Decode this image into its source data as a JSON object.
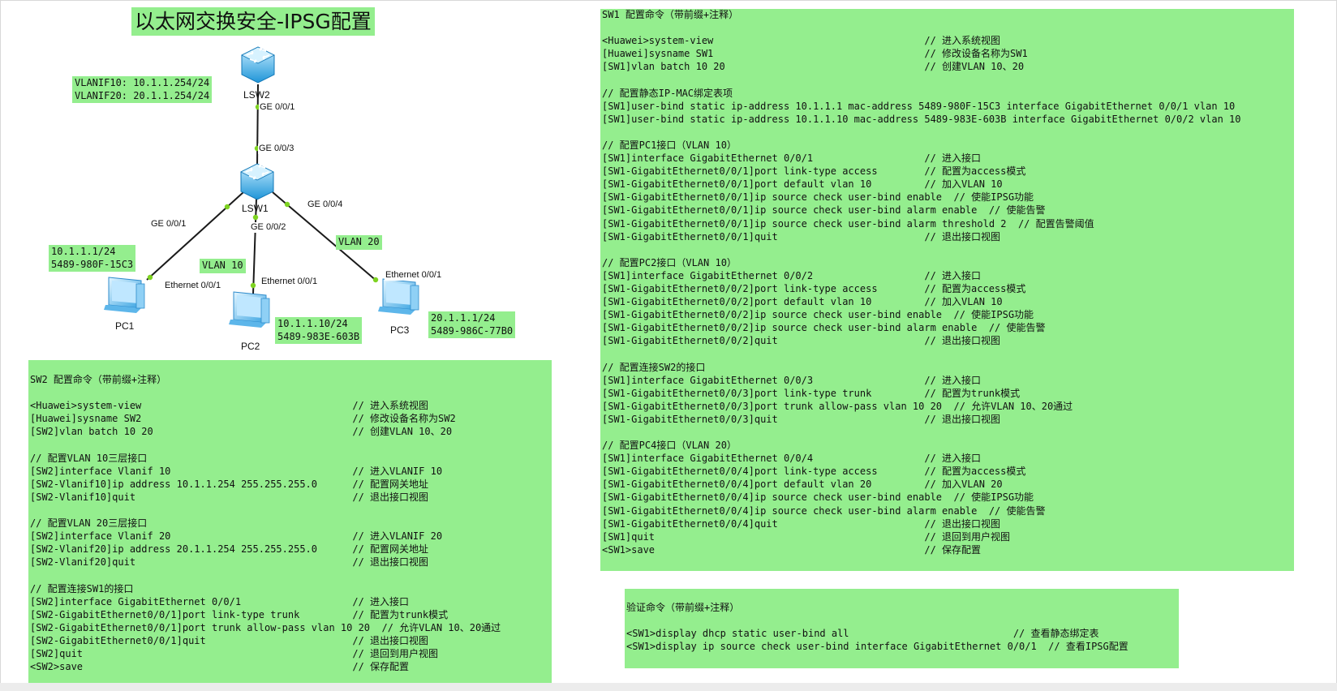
{
  "title": "以太网交换安全-IPSG配置",
  "topology": {
    "devices": {
      "lsw2": "LSW2",
      "lsw1": "LSW1",
      "pc1": "PC1",
      "pc2": "PC2",
      "pc3": "PC3"
    },
    "interfaces": {
      "lsw2_ge001": "GE 0/0/1",
      "lsw1_ge003": "GE 0/0/3",
      "lsw1_ge001": "GE 0/0/1",
      "lsw1_ge002": "GE 0/0/2",
      "lsw1_ge004": "GE 0/0/4",
      "pc1_eth": "Ethernet 0/0/1",
      "pc2_eth": "Ethernet 0/0/1",
      "pc3_eth": "Ethernet 0/0/1"
    },
    "notes": {
      "vlanif": "VLANIF10: 10.1.1.254/24\nVLANIF20: 20.1.1.254/24",
      "pc1": "10.1.1.1/24\n5489-980F-15C3",
      "pc2": "10.1.1.10/24\n5489-983E-603B",
      "pc3": "20.1.1.1/24\n5489-986C-77B0",
      "vlan10": "VLAN 10",
      "vlan20": "VLAN 20"
    }
  },
  "sw2_panel": {
    "lines": [
      "SW2 配置命令（带前缀+注释）",
      "",
      "<Huawei>system-view                                    // 进入系统视图",
      "[Huawei]sysname SW2                                    // 修改设备名称为SW2",
      "[SW2]vlan batch 10 20                                  // 创建VLAN 10、20",
      "",
      "// 配置VLAN 10三层接口",
      "[SW2]interface Vlanif 10                               // 进入VLANIF 10",
      "[SW2-Vlanif10]ip address 10.1.1.254 255.255.255.0      // 配置网关地址",
      "[SW2-Vlanif10]quit                                     // 退出接口视图",
      "",
      "// 配置VLAN 20三层接口",
      "[SW2]interface Vlanif 20                               // 进入VLANIF 20",
      "[SW2-Vlanif20]ip address 20.1.1.254 255.255.255.0      // 配置网关地址",
      "[SW2-Vlanif20]quit                                     // 退出接口视图",
      "",
      "// 配置连接SW1的接口",
      "[SW2]interface GigabitEthernet 0/0/1                   // 进入接口",
      "[SW2-GigabitEthernet0/0/1]port link-type trunk         // 配置为trunk模式",
      "[SW2-GigabitEthernet0/0/1]port trunk allow-pass vlan 10 20  // 允许VLAN 10、20通过",
      "[SW2-GigabitEthernet0/0/1]quit                         // 退出接口视图",
      "[SW2]quit                                              // 退回到用户视图",
      "<SW2>save                                              // 保存配置"
    ]
  },
  "sw1_panel": {
    "lines": [
      "SW1 配置命令（带前缀+注释）",
      "",
      "<Huawei>system-view                                    // 进入系统视图",
      "[Huawei]sysname SW1                                    // 修改设备名称为SW1",
      "[SW1]vlan batch 10 20                                  // 创建VLAN 10、20",
      "",
      "// 配置静态IP-MAC绑定表项",
      "[SW1]user-bind static ip-address 10.1.1.1 mac-address 5489-980F-15C3 interface GigabitEthernet 0/0/1 vlan 10",
      "[SW1]user-bind static ip-address 10.1.1.10 mac-address 5489-983E-603B interface GigabitEthernet 0/0/2 vlan 10",
      "",
      "// 配置PC1接口（VLAN 10）",
      "[SW1]interface GigabitEthernet 0/0/1                   // 进入接口",
      "[SW1-GigabitEthernet0/0/1]port link-type access        // 配置为access模式",
      "[SW1-GigabitEthernet0/0/1]port default vlan 10         // 加入VLAN 10",
      "[SW1-GigabitEthernet0/0/1]ip source check user-bind enable  // 使能IPSG功能",
      "[SW1-GigabitEthernet0/0/1]ip source check user-bind alarm enable  // 使能告警",
      "[SW1-GigabitEthernet0/0/1]ip source check user-bind alarm threshold 2  // 配置告警阈值",
      "[SW1-GigabitEthernet0/0/1]quit                         // 退出接口视图",
      "",
      "// 配置PC2接口（VLAN 10）",
      "[SW1]interface GigabitEthernet 0/0/2                   // 进入接口",
      "[SW1-GigabitEthernet0/0/2]port link-type access        // 配置为access模式",
      "[SW1-GigabitEthernet0/0/2]port default vlan 10         // 加入VLAN 10",
      "[SW1-GigabitEthernet0/0/2]ip source check user-bind enable  // 使能IPSG功能",
      "[SW1-GigabitEthernet0/0/2]ip source check user-bind alarm enable  // 使能告警",
      "[SW1-GigabitEthernet0/0/2]quit                         // 退出接口视图",
      "",
      "// 配置连接SW2的接口",
      "[SW1]interface GigabitEthernet 0/0/3                   // 进入接口",
      "[SW1-GigabitEthernet0/0/3]port link-type trunk         // 配置为trunk模式",
      "[SW1-GigabitEthernet0/0/3]port trunk allow-pass vlan 10 20  // 允许VLAN 10、20通过",
      "[SW1-GigabitEthernet0/0/3]quit                         // 退出接口视图",
      "",
      "// 配置PC4接口（VLAN 20）",
      "[SW1]interface GigabitEthernet 0/0/4                   // 进入接口",
      "[SW1-GigabitEthernet0/0/4]port link-type access        // 配置为access模式",
      "[SW1-GigabitEthernet0/0/4]port default vlan 20         // 加入VLAN 20",
      "[SW1-GigabitEthernet0/0/4]ip source check user-bind enable  // 使能IPSG功能",
      "[SW1-GigabitEthernet0/0/4]ip source check user-bind alarm enable  // 使能告警",
      "[SW1-GigabitEthernet0/0/4]quit                         // 退出接口视图",
      "[SW1]quit                                              // 退回到用户视图",
      "<SW1>save                                              // 保存配置"
    ]
  },
  "verify_panel": {
    "lines": [
      "验证命令（带前缀+注释）",
      "",
      "<SW1>display dhcp static user-bind all                            // 查看静态绑定表",
      "<SW1>display ip source check user-bind interface GigabitEthernet 0/0/1  // 查看IPSG配置"
    ]
  },
  "colors": {
    "panel_green": "#94ee8e",
    "link": "#1a1a1a",
    "port_dot": "#7ed321",
    "switch_blue": "#2aa6e6",
    "pc_blue": "#4fb3ea"
  }
}
